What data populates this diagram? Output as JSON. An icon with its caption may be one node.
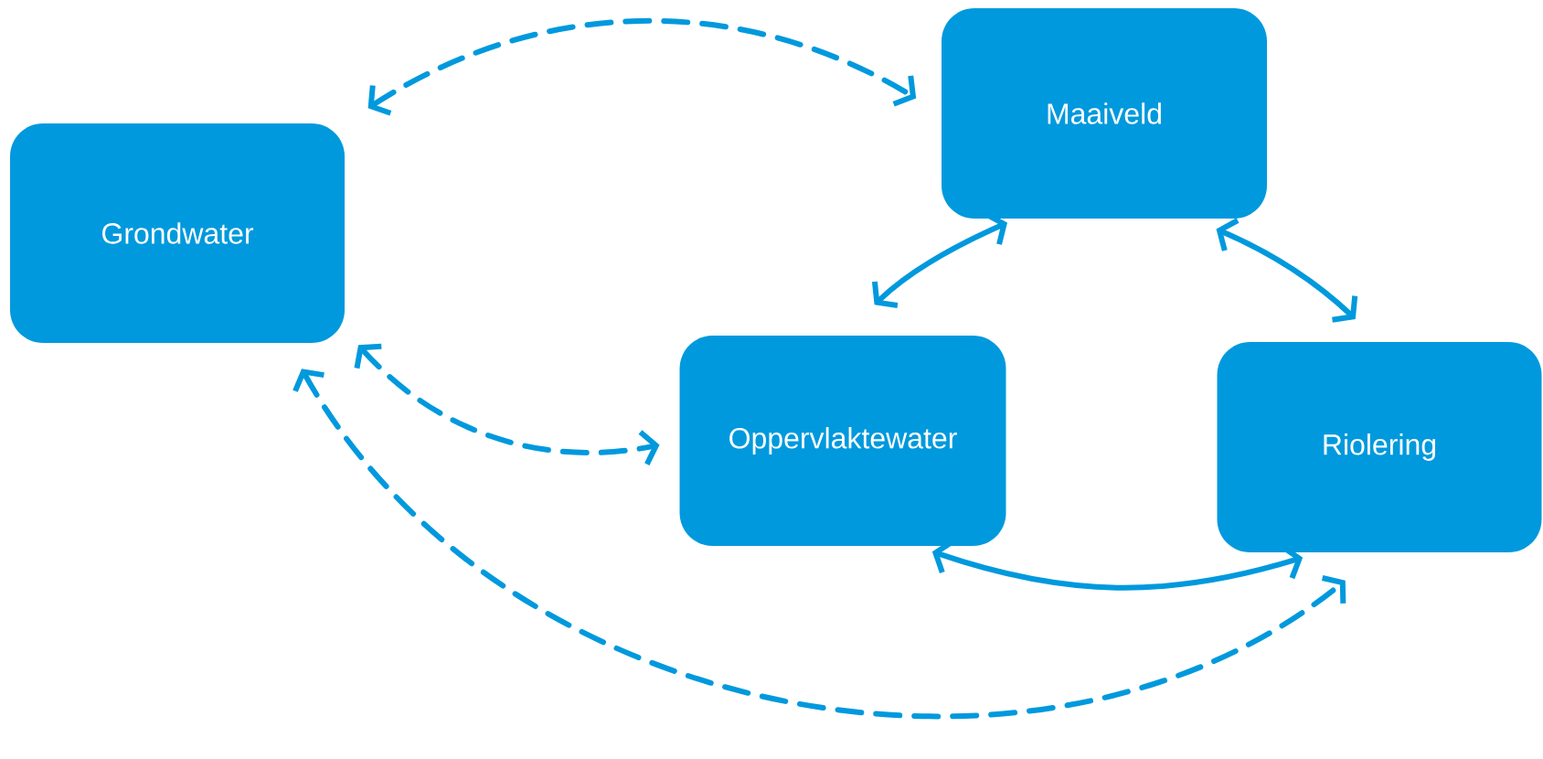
{
  "diagram": {
    "nodes": [
      {
        "text": [
          "Grondwater"
        ]
      },
      {
        "text": [
          "Maaiveld"
        ]
      },
      {
        "text": [
          "Oppervlaktewater"
        ]
      },
      {
        "text": [
          "Riolering"
        ]
      }
    ],
    "edges": [
      {
        "from": 0,
        "to": 1,
        "arrow": "both",
        "style": "dashed"
      },
      {
        "from": 0,
        "to": 2,
        "arrow": "both",
        "style": "dashed"
      },
      {
        "from": 0,
        "to": 3,
        "arrow": "both",
        "style": "dashed"
      },
      {
        "from": 1,
        "to": 2,
        "arrow": "both"
      },
      {
        "from": 1,
        "to": 3,
        "arrow": "both"
      },
      {
        "from": 2,
        "to": 3,
        "arrow": "both"
      }
    ]
  }
}
